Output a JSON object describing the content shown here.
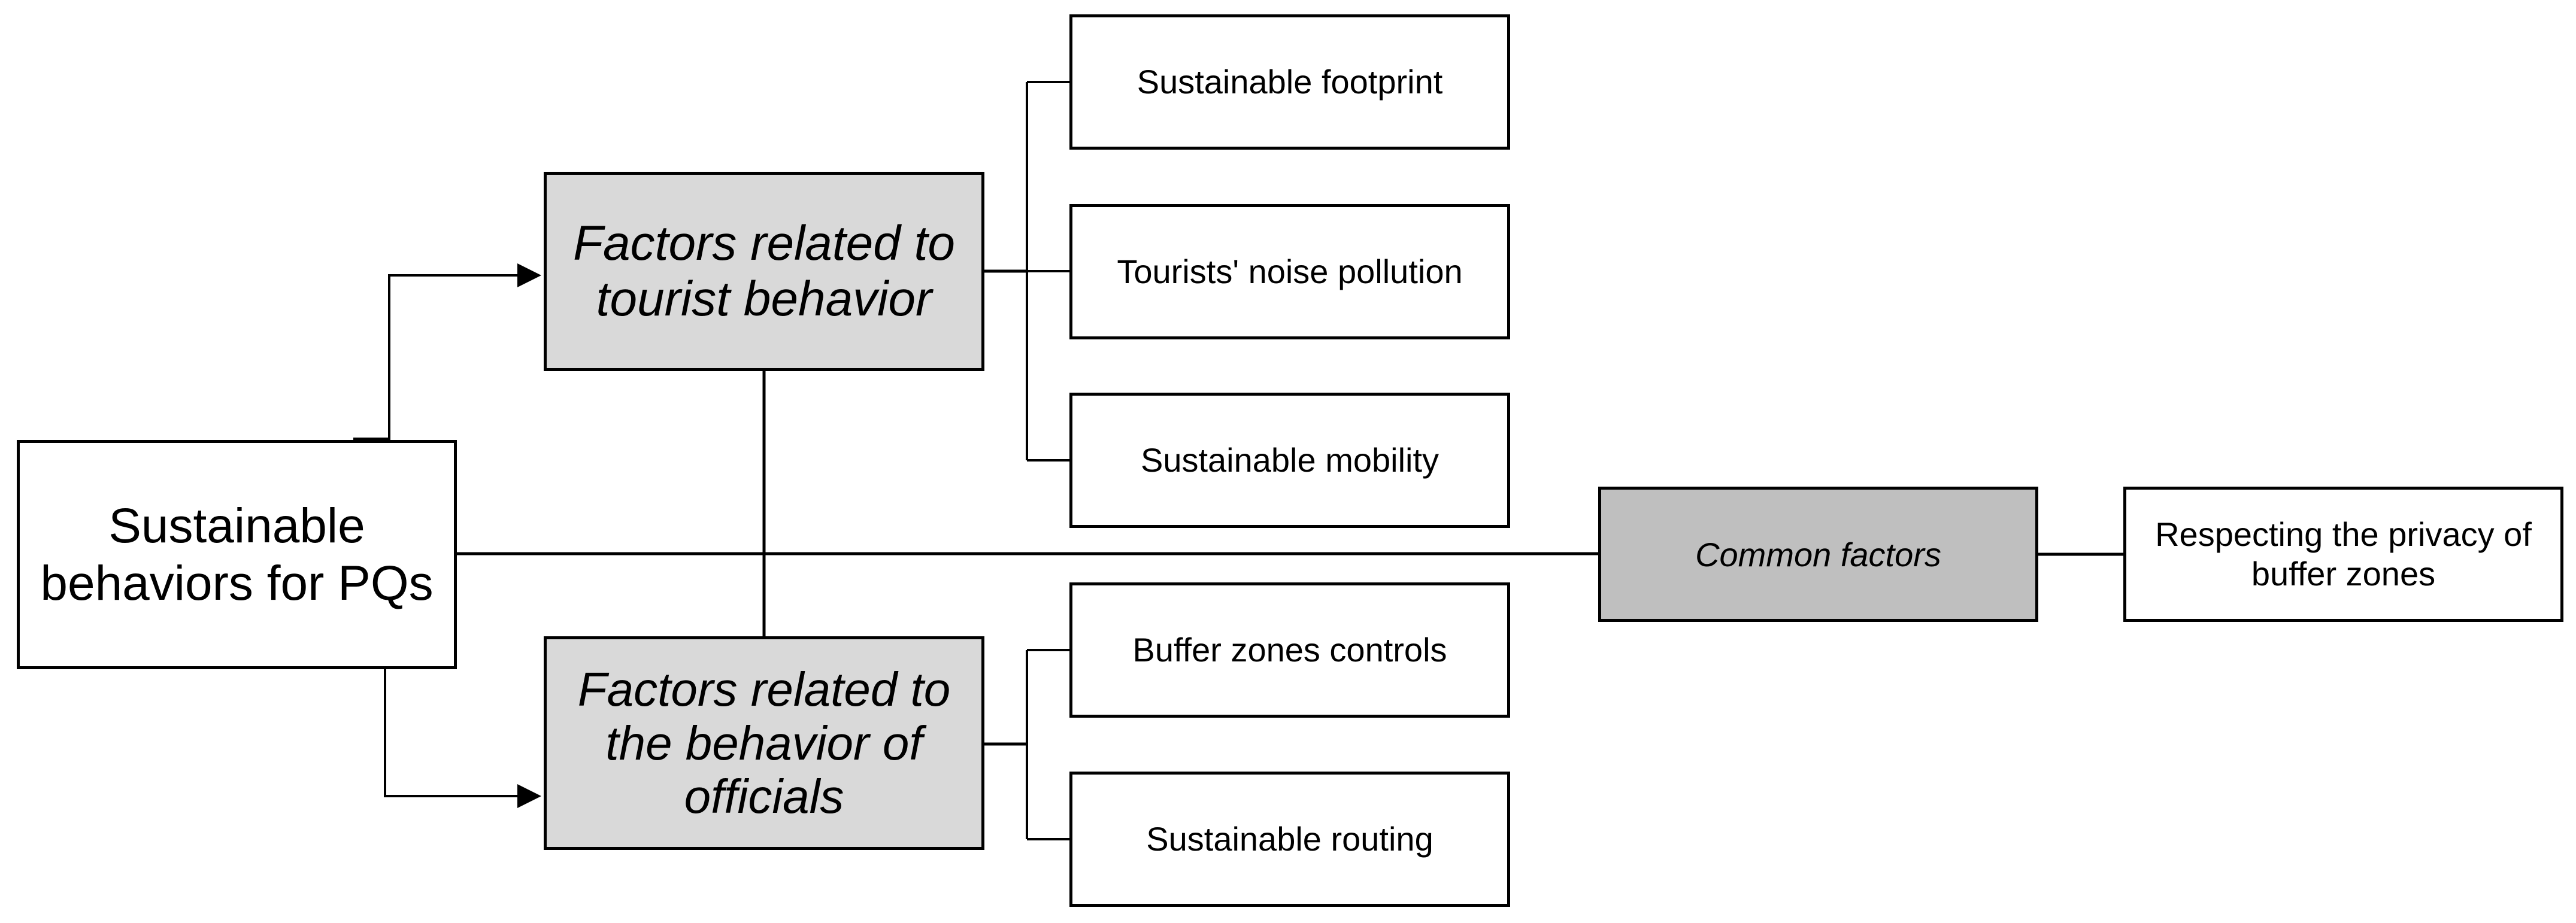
{
  "diagram": {
    "root": {
      "label": "Sustainable behaviors for PQs"
    },
    "groups": [
      {
        "id": "tourist",
        "label": "Factors related to tourist behavior",
        "children": [
          "Sustainable footprint",
          "Tourists' noise pollution",
          "Sustainable mobility"
        ]
      },
      {
        "id": "officials",
        "label": "Factors related to the behavior of officials",
        "children": [
          "Buffer zones controls",
          "Sustainable routing"
        ]
      },
      {
        "id": "common",
        "label": "Common factors",
        "children": [
          "Respecting the privacy of buffer zones"
        ]
      }
    ]
  },
  "colors": {
    "line": "#000000",
    "group_fill": "#d9d9d9",
    "common_fill": "#bfbfbf",
    "leaf_fill": "#ffffff"
  }
}
